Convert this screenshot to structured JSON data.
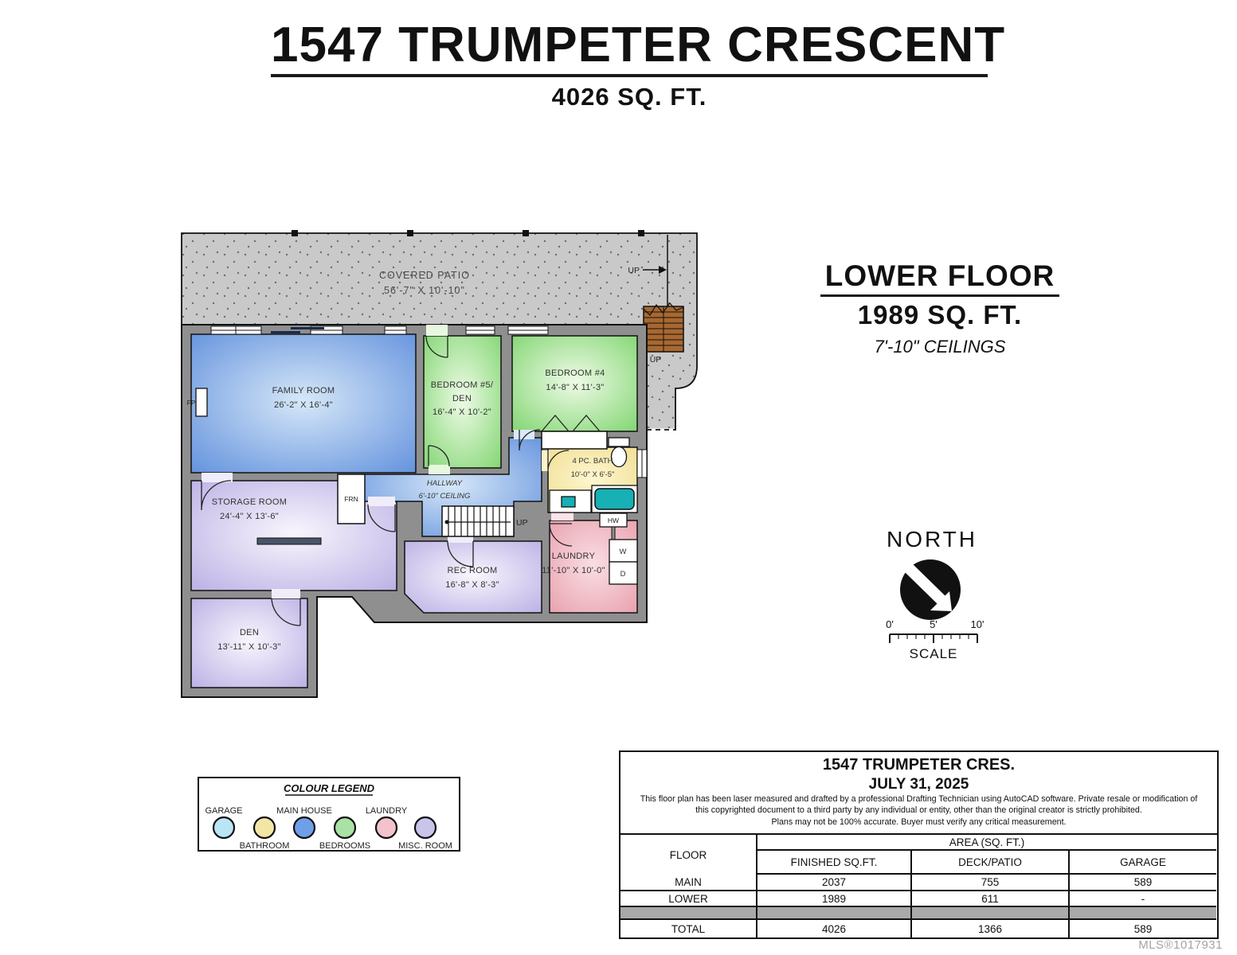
{
  "page": {
    "title": "1547 TRUMPETER CRESCENT",
    "subtitle": "4026 SQ. FT.",
    "mls": "MLS®1017931"
  },
  "floor_header": {
    "name": "LOWER FLOOR",
    "area": "1989 SQ. FT.",
    "ceilings": "7'-10\" CEILINGS"
  },
  "compass": {
    "label": "NORTH"
  },
  "scalebar": {
    "ticks": [
      "0'",
      "5'",
      "10'"
    ],
    "label": "SCALE"
  },
  "plan": {
    "patio": {
      "name": "COVERED PATIO",
      "dims": "56'-7\" X 10'-10\""
    },
    "rooms": {
      "family": {
        "name": "FAMILY ROOM",
        "dims": "26'-2\" X 16'-4\""
      },
      "bed5": {
        "name": "BEDROOM #5/",
        "name2": "DEN",
        "dims": "16'-4\" X 10'-2\""
      },
      "bed4": {
        "name": "BEDROOM #4",
        "dims": "14'-8\" X 11'-3\""
      },
      "bath": {
        "name": "4 PC. BATH",
        "dims": "10'-0\" X 6'-5\""
      },
      "hallway": {
        "name": "HALLWAY",
        "dims": "6'-10\" CEILING"
      },
      "storage": {
        "name": "STORAGE ROOM",
        "dims": "24'-4\" X 13'-6\""
      },
      "rec": {
        "name": "REC ROOM",
        "dims": "16'-8\" X 8'-3\""
      },
      "laundry": {
        "name": "LAUNDRY",
        "dims": "11'-10\" X 10'-0\""
      },
      "den": {
        "name": "DEN",
        "dims": "13'-11\" X 10'-3\""
      }
    },
    "labels": {
      "up": "UP",
      "fp": "FP",
      "frn": "FRN",
      "hw": "HW",
      "washer": "W",
      "dryer": "D"
    }
  },
  "colors": {
    "walls": "#8f8f8f",
    "patio": "#c9c9c9",
    "patio_dot": "#6e6e6e",
    "stairs_wood": "#a8682f",
    "fixture": "#17b0b4",
    "counter": "#4a5568",
    "slider": "#1c2b4a",
    "main_house": {
      "edge": "#5f8fdc",
      "light": "#d6e7f8"
    },
    "bedrooms": {
      "edge": "#7ed46e",
      "light": "#eefbe6"
    },
    "bathroom": {
      "edge": "#f0dc8c",
      "light": "#fdf6cf"
    },
    "laundry": {
      "edge": "#e79daa",
      "light": "#f9dee4"
    },
    "misc": {
      "edge": "#b7abe3",
      "light": "#f8f6fd"
    }
  },
  "legend": {
    "title": "COLOUR LEGEND",
    "items": [
      {
        "label": "GARAGE",
        "color": "#b9e5f4"
      },
      {
        "label": "BATHROOM",
        "color": "#f2e6a4"
      },
      {
        "label": "MAIN HOUSE",
        "color": "#6f9fe8"
      },
      {
        "label": "BEDROOMS",
        "color": "#a9e2a4"
      },
      {
        "label": "LAUNDRY",
        "color": "#f3c3cd"
      },
      {
        "label": "MISC. ROOM",
        "color": "#c9c4ea"
      }
    ]
  },
  "info_table": {
    "title": "1547 TRUMPETER CRES.",
    "date": "JULY 31, 2025",
    "disclaimer": [
      "This floor plan has been laser measured and drafted by a professional Drafting Technician using AutoCAD software. Private resale or modification of",
      "this copyrighted document to a third party by any individual or entity, other than the original creator is strictly prohibited.",
      "Plans may not be 100% accurate.  Buyer must verify any critical measurement."
    ],
    "col_floor": "FLOOR",
    "col_area": "AREA (SQ. FT.)",
    "sub_cols": [
      "FINISHED SQ.FT.",
      "DECK/PATIO",
      "GARAGE"
    ],
    "rows": [
      {
        "floor": "MAIN",
        "finished": "2037",
        "deck": "755",
        "garage": "589"
      },
      {
        "floor": "LOWER",
        "finished": "1989",
        "deck": "611",
        "garage": "-"
      },
      {
        "floor": "",
        "finished": "",
        "deck": "",
        "garage": ""
      },
      {
        "floor": "TOTAL",
        "finished": "4026",
        "deck": "1366",
        "garage": "589"
      }
    ]
  }
}
